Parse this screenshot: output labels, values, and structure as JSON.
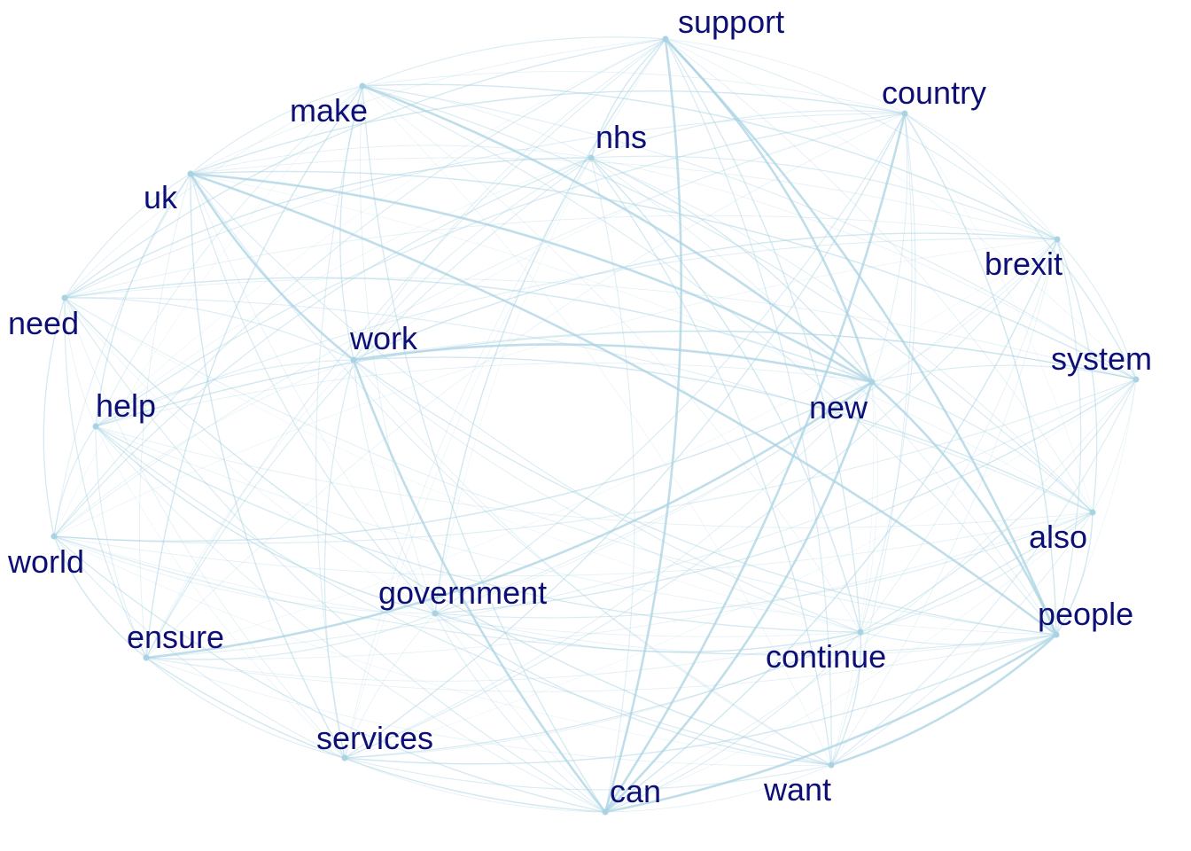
{
  "graph": {
    "type": "word co-occurrence network",
    "colors": {
      "edge": "#a9d3e3",
      "node": "#a9d3e3",
      "label": "#0d0f75"
    },
    "nodes": [
      {
        "id": "support",
        "label": "support"
      },
      {
        "id": "country",
        "label": "country"
      },
      {
        "id": "make",
        "label": "make"
      },
      {
        "id": "nhs",
        "label": "nhs"
      },
      {
        "id": "uk",
        "label": "uk"
      },
      {
        "id": "brexit",
        "label": "brexit"
      },
      {
        "id": "need",
        "label": "need"
      },
      {
        "id": "system",
        "label": "system"
      },
      {
        "id": "work",
        "label": "work"
      },
      {
        "id": "new",
        "label": "new"
      },
      {
        "id": "help",
        "label": "help"
      },
      {
        "id": "also",
        "label": "also"
      },
      {
        "id": "world",
        "label": "world"
      },
      {
        "id": "government",
        "label": "government"
      },
      {
        "id": "people",
        "label": "people"
      },
      {
        "id": "ensure",
        "label": "ensure"
      },
      {
        "id": "continue",
        "label": "continue"
      },
      {
        "id": "services",
        "label": "services"
      },
      {
        "id": "can",
        "label": "can"
      },
      {
        "id": "want",
        "label": "want"
      }
    ],
    "strong_edges": [
      [
        "support",
        "new"
      ],
      [
        "support",
        "people"
      ],
      [
        "uk",
        "work"
      ],
      [
        "uk",
        "new"
      ],
      [
        "uk",
        "people"
      ],
      [
        "new",
        "can"
      ],
      [
        "new",
        "people"
      ],
      [
        "people",
        "can"
      ],
      [
        "people",
        "want"
      ],
      [
        "work",
        "can"
      ],
      [
        "work",
        "new"
      ],
      [
        "ensure",
        "new"
      ],
      [
        "make",
        "new"
      ],
      [
        "support",
        "can"
      ],
      [
        "country",
        "can"
      ]
    ]
  }
}
